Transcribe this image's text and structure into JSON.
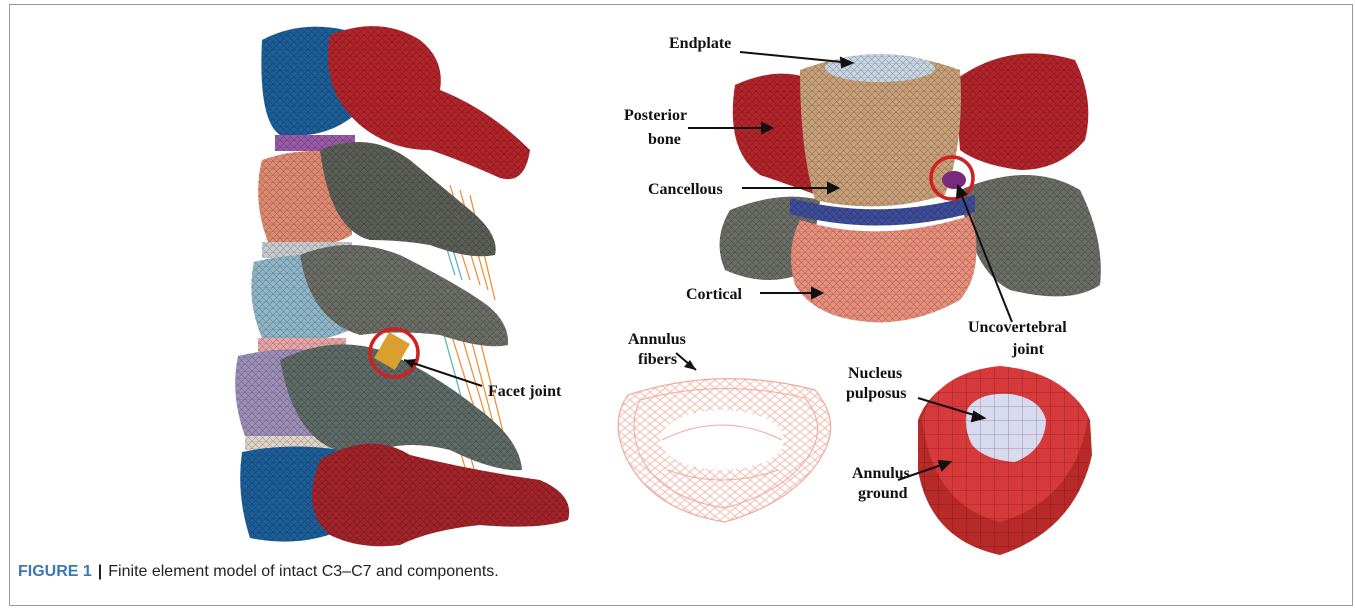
{
  "caption": {
    "figure_label": "FIGURE 1",
    "separator": "|",
    "text": "Finite element model of intact C3–C7 and components."
  },
  "labels": {
    "endplate": "Endplate",
    "posterior_bone_1": "Posterior",
    "posterior_bone_2": "bone",
    "cancellous": "Cancellous",
    "cortical": "Cortical",
    "uncovertebral_1": "Uncovertebral",
    "uncovertebral_2": "joint",
    "annulus_fibers_1": "Annulus",
    "annulus_fibers_2": "fibers",
    "facet_joint": "Facet joint",
    "nucleus_1": "Nucleus",
    "nucleus_2": "pulposus",
    "annulus_ground_1": "Annulus",
    "annulus_ground_2": "ground"
  },
  "colors": {
    "c3_body": "#1d5f9a",
    "posterior": "#b3252b",
    "c4_body": "#e08a72",
    "c5_body": "#8fb7c9",
    "c6_body": "#9d8fb8",
    "facet_gray": "#6b6d66",
    "cancellous": "#c9a179",
    "cortical": "#ea8f7c",
    "annulus_fibers": "#f3a89a",
    "nucleus": "#d8dbf0",
    "annulus_ground": "#d63a3a",
    "highlight_circle": "#d21f1f",
    "ligament": "#f08a2a",
    "ligament_teal": "#4fb3b0"
  }
}
